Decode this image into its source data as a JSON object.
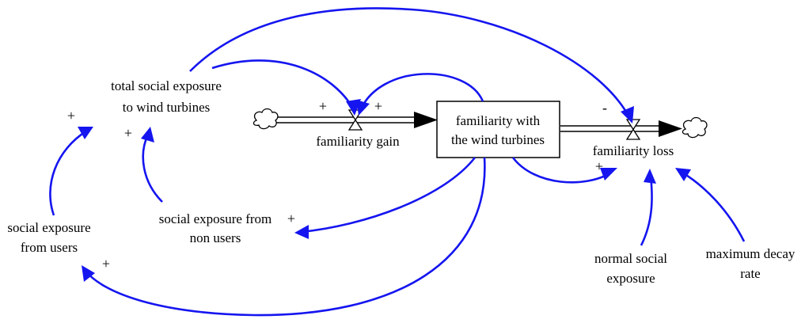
{
  "variables": {
    "total_social_exposure_line1": "total social exposure",
    "total_social_exposure_line2": "to wind turbines",
    "familiarity_gain": "familiarity gain",
    "familiarity_stock_line1": "familiarity with",
    "familiarity_stock_line2": "the wind turbines",
    "familiarity_loss": "familiarity loss",
    "social_exposure_nonusers_line1": "social exposure from",
    "social_exposure_nonusers_line2": "non users",
    "social_exposure_users_line1": "social exposure",
    "social_exposure_users_line2": "from users",
    "normal_social_exposure_line1": "normal social",
    "normal_social_exposure_line2": "exposure",
    "maximum_decay_rate_line1": "maximum decay",
    "maximum_decay_rate_line2": "rate"
  },
  "polarities": {
    "users_to_total": "+",
    "nonusers_to_total": "+",
    "total_to_gain": "+",
    "stock_to_gain": "+",
    "total_to_loss": "-",
    "stock_to_loss": "+",
    "stock_to_nonusers": "+",
    "stock_to_users": "+"
  },
  "colors": {
    "link": "#1515f0",
    "flow": "#000000"
  },
  "icons": [
    "cloud-source-icon",
    "cloud-sink-icon",
    "valve-icon"
  ]
}
